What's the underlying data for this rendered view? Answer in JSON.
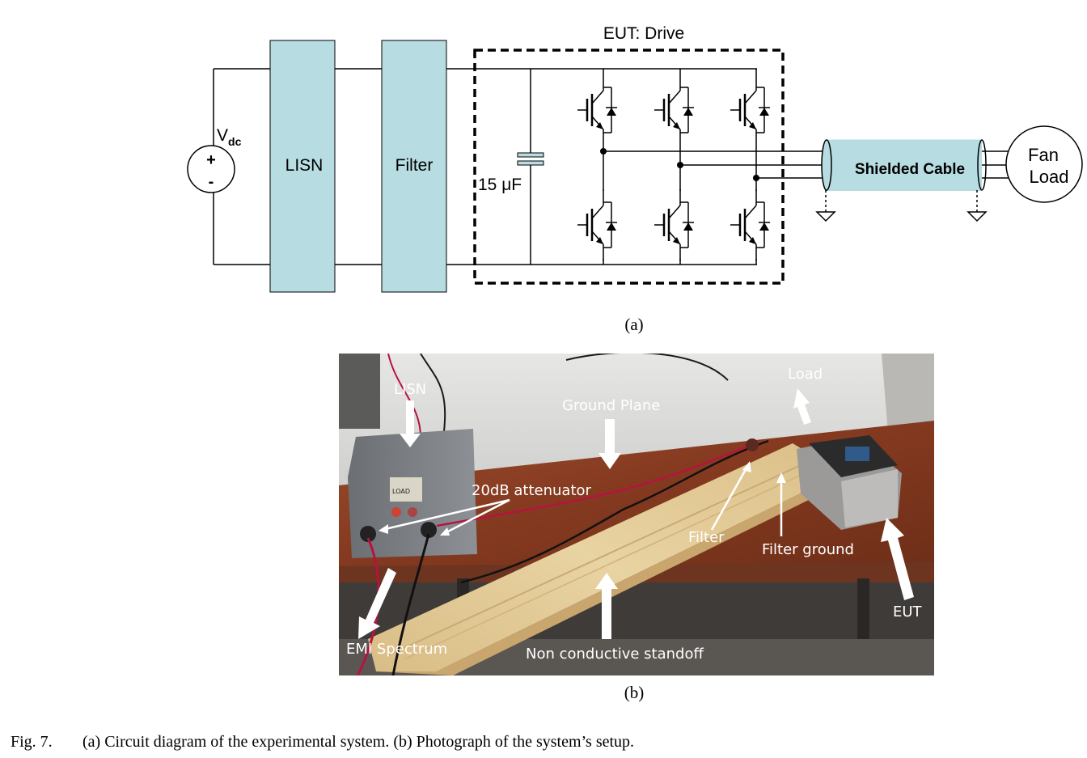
{
  "diagram": {
    "eut_title": "EUT: Drive",
    "source_label_main": "V",
    "source_label_sub": "dc",
    "plus": "+",
    "minus": "-",
    "lisn": "LISN",
    "filter": "Filter",
    "capacitor": "15 μF",
    "shielded_cable": "Shielded Cable",
    "fan_line1": "Fan",
    "fan_line2": "Load",
    "sublabel": "(a)"
  },
  "photo": {
    "labels": {
      "lisn": "LISN",
      "ground_plane": "Ground Plane",
      "load": "Load",
      "attenuator": "20dB attenuator",
      "filter": "Filter",
      "filter_ground": "Filter ground",
      "eut": "EUT",
      "emi_spectrum": "EMI Spectrum",
      "standoff": "Non conductive standoff",
      "load_sticker": "LOAD"
    },
    "sublabel": "(b)"
  },
  "caption": {
    "number": "Fig. 7.",
    "text": "(a) Circuit diagram of the experimental system. (b) Photograph of the system’s setup."
  },
  "colors": {
    "block_fill": "#b7dde2",
    "wood": "#e3cc9a",
    "table_top": "#8a3c22",
    "wall": "#dcdcda"
  }
}
